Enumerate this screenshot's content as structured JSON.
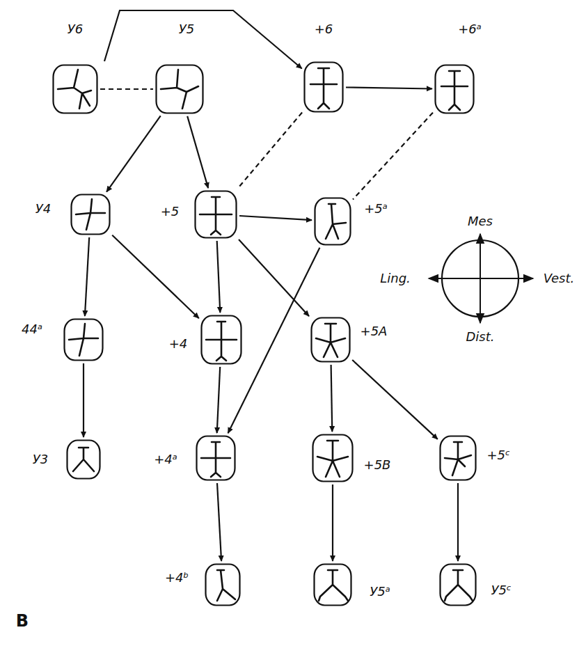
{
  "diagram": {
    "nodes": [
      {
        "text": [
          "У6"
        ]
      },
      {
        "text": [
          "У5"
        ]
      },
      {
        "text": [
          "+6"
        ]
      },
      {
        "text": [
          "+6ᵃ"
        ]
      },
      {
        "text": [
          "У4"
        ]
      },
      {
        "text": [
          "+5"
        ]
      },
      {
        "text": [
          "+5ᵃ"
        ]
      },
      {
        "text": [
          "44ᵃ"
        ]
      },
      {
        "text": [
          "+4"
        ]
      },
      {
        "text": [
          "+5A"
        ]
      },
      {
        "text": [
          "У3"
        ]
      },
      {
        "text": [
          "+4ᵃ"
        ]
      },
      {
        "text": [
          "+5B"
        ]
      },
      {
        "text": [
          "+5ᶜ"
        ]
      },
      {
        "text": [
          "+4ᵇ"
        ]
      },
      {
        "text": [
          "У5ᵃ"
        ]
      },
      {
        "text": [
          "У5ᶜ"
        ]
      }
    ],
    "edges": [
      {
        "from": 0,
        "to": 2,
        "arrow": "to"
      },
      {
        "from": 0,
        "to": 1,
        "arrow": "none"
      },
      {
        "from": 1,
        "to": 4,
        "arrow": "to"
      },
      {
        "from": 1,
        "to": 5,
        "arrow": "to"
      },
      {
        "from": 2,
        "to": 3,
        "arrow": "to"
      },
      {
        "from": 2,
        "to": 5,
        "arrow": "none"
      },
      {
        "from": 3,
        "to": 6,
        "arrow": "none"
      },
      {
        "from": 5,
        "to": 6,
        "arrow": "to"
      },
      {
        "from": 4,
        "to": 7,
        "arrow": "to"
      },
      {
        "from": 4,
        "to": 8,
        "arrow": "to"
      },
      {
        "from": 5,
        "to": 8,
        "arrow": "to"
      },
      {
        "from": 5,
        "to": 9,
        "arrow": "to"
      },
      {
        "from": 6,
        "to": 11,
        "arrow": "to"
      },
      {
        "from": 7,
        "to": 10,
        "arrow": "to"
      },
      {
        "from": 8,
        "to": 11,
        "arrow": "to"
      },
      {
        "from": 9,
        "to": 12,
        "arrow": "to"
      },
      {
        "from": 9,
        "to": 13,
        "arrow": "to"
      },
      {
        "from": 11,
        "to": 14,
        "arrow": "to"
      },
      {
        "from": 12,
        "to": 15,
        "arrow": "to"
      },
      {
        "from": 13,
        "to": 16,
        "arrow": "to"
      }
    ],
    "labels": [
      "Mes",
      "Ling.",
      "Vest.",
      "Dist.",
      "B"
    ]
  }
}
